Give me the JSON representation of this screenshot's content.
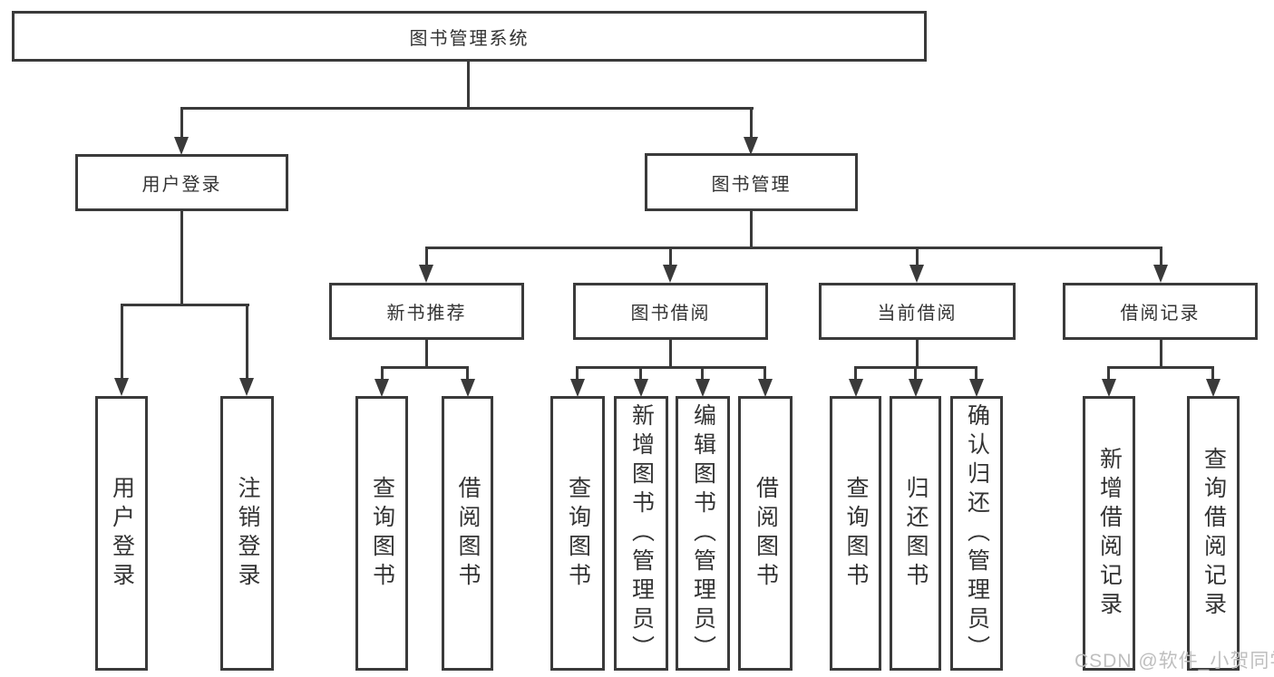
{
  "nodes": {
    "root": "图书管理系统",
    "l2": [
      "用户登录",
      "图书管理"
    ],
    "l3": [
      "新书推荐",
      "图书借阅",
      "当前借阅",
      "借阅记录"
    ],
    "leaves_user": [
      "用户登录",
      "注销登录"
    ],
    "leaves_newbook": [
      "查询图书",
      "借阅图书"
    ],
    "leaves_borrow": [
      "查询图书",
      "新增图书（管理员）",
      "编辑图书（管理员）",
      "借阅图书"
    ],
    "leaves_current": [
      "查询图书",
      "归还图书",
      "确认归还（管理员）"
    ],
    "leaves_records": [
      "新增借阅记录",
      "查询借阅记录"
    ]
  },
  "watermark": "CSDN @软件_小贺同学",
  "colors": {
    "line": "#3a3a3a",
    "text": "#333333",
    "box_fill": "#ffffff",
    "watermark": "#bbbbbb",
    "background": "#ffffff"
  }
}
